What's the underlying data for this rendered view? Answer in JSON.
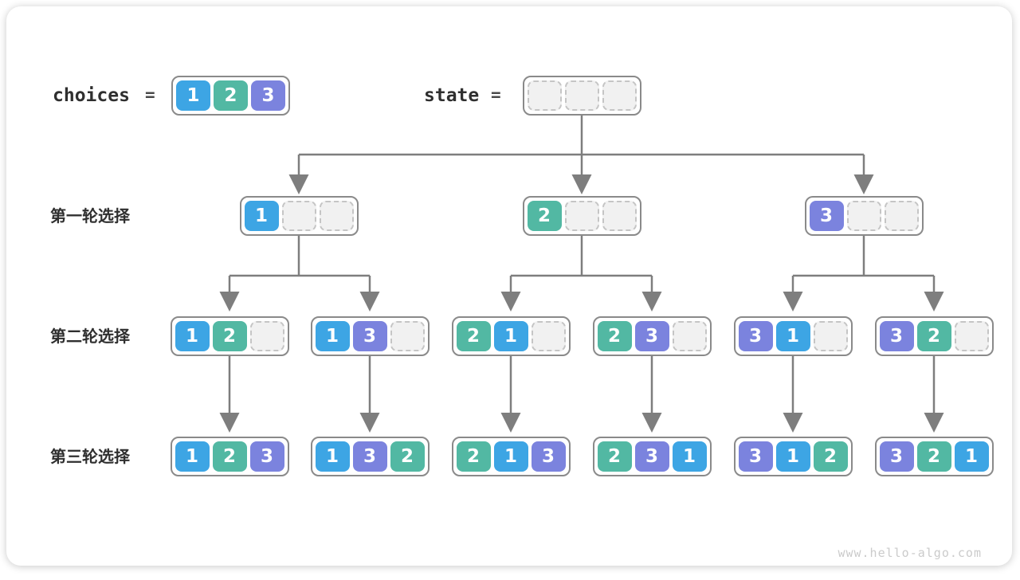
{
  "colors": {
    "v1": "#3DA5E4",
    "v2": "#52B8A3",
    "v3": "#7B83DE",
    "empty_fill": "#F1F1F1",
    "empty_border": "#C5C5C5",
    "node_border": "#8A8A8A",
    "arrow": "#7E7E7E",
    "label_text": "#2F2F2F",
    "watermark_text": "#CBCBCB"
  },
  "legend": {
    "choices": {
      "label": "choices",
      "equals": "=",
      "cells": [
        1,
        2,
        3
      ]
    },
    "state": {
      "label": "state",
      "equals": "=",
      "cells": [
        null,
        null,
        null
      ]
    }
  },
  "rows": [
    {
      "label": "第一轮选择",
      "nodes": [
        [
          1,
          null,
          null
        ],
        [
          2,
          null,
          null
        ],
        [
          3,
          null,
          null
        ]
      ]
    },
    {
      "label": "第二轮选择",
      "nodes": [
        [
          1,
          2,
          null
        ],
        [
          1,
          3,
          null
        ],
        [
          2,
          1,
          null
        ],
        [
          2,
          3,
          null
        ],
        [
          3,
          1,
          null
        ],
        [
          3,
          2,
          null
        ]
      ]
    },
    {
      "label": "第三轮选择",
      "nodes": [
        [
          1,
          2,
          3
        ],
        [
          1,
          3,
          2
        ],
        [
          2,
          1,
          3
        ],
        [
          2,
          3,
          1
        ],
        [
          3,
          1,
          2
        ],
        [
          3,
          2,
          1
        ]
      ]
    }
  ],
  "watermark": "www.hello-algo.com"
}
